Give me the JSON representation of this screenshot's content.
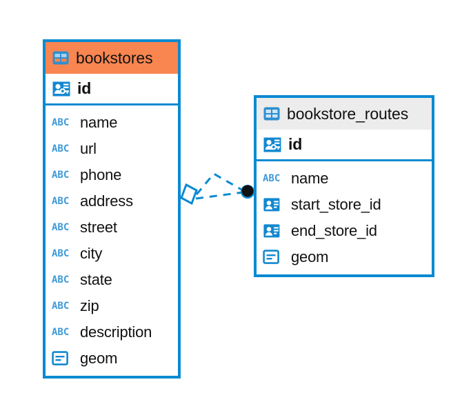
{
  "diagram": {
    "type": "entity-relationship-diagram",
    "accent_color": "#0a8ad2",
    "highlight_color": "#f98550",
    "neutral_header_color": "#ececec",
    "relationship": {
      "from_table": "bookstores",
      "from_field": "id",
      "to_table": "bookstore_routes",
      "to_fields": [
        "start_store_id",
        "end_store_id"
      ],
      "line_style": "dashed",
      "from_marker": "diamond",
      "to_marker": "filled-circle"
    }
  },
  "tables": [
    {
      "name": "bookstores",
      "header_style": "orange",
      "icon": "table-icon",
      "primary_key": {
        "name": "id",
        "icon": "primary-key-icon"
      },
      "fields": [
        {
          "name": "name",
          "icon": "abc-icon",
          "icon_text": "ABC"
        },
        {
          "name": "url",
          "icon": "abc-icon",
          "icon_text": "ABC"
        },
        {
          "name": "phone",
          "icon": "abc-icon",
          "icon_text": "ABC"
        },
        {
          "name": "address",
          "icon": "abc-icon",
          "icon_text": "ABC"
        },
        {
          "name": "street",
          "icon": "abc-icon",
          "icon_text": "ABC"
        },
        {
          "name": "city",
          "icon": "abc-icon",
          "icon_text": "ABC"
        },
        {
          "name": "state",
          "icon": "abc-icon",
          "icon_text": "ABC"
        },
        {
          "name": "zip",
          "icon": "abc-icon",
          "icon_text": "ABC"
        },
        {
          "name": "description",
          "icon": "abc-icon",
          "icon_text": "ABC"
        },
        {
          "name": "geom",
          "icon": "geometry-icon",
          "icon_text": ""
        }
      ]
    },
    {
      "name": "bookstore_routes",
      "header_style": "grey",
      "icon": "table-icon",
      "primary_key": {
        "name": "id",
        "icon": "primary-key-icon"
      },
      "fields": [
        {
          "name": "name",
          "icon": "abc-icon",
          "icon_text": "ABC"
        },
        {
          "name": "start_store_id",
          "icon": "foreign-key-icon",
          "icon_text": ""
        },
        {
          "name": "end_store_id",
          "icon": "foreign-key-icon",
          "icon_text": ""
        },
        {
          "name": "geom",
          "icon": "geometry-icon",
          "icon_text": ""
        }
      ]
    }
  ]
}
